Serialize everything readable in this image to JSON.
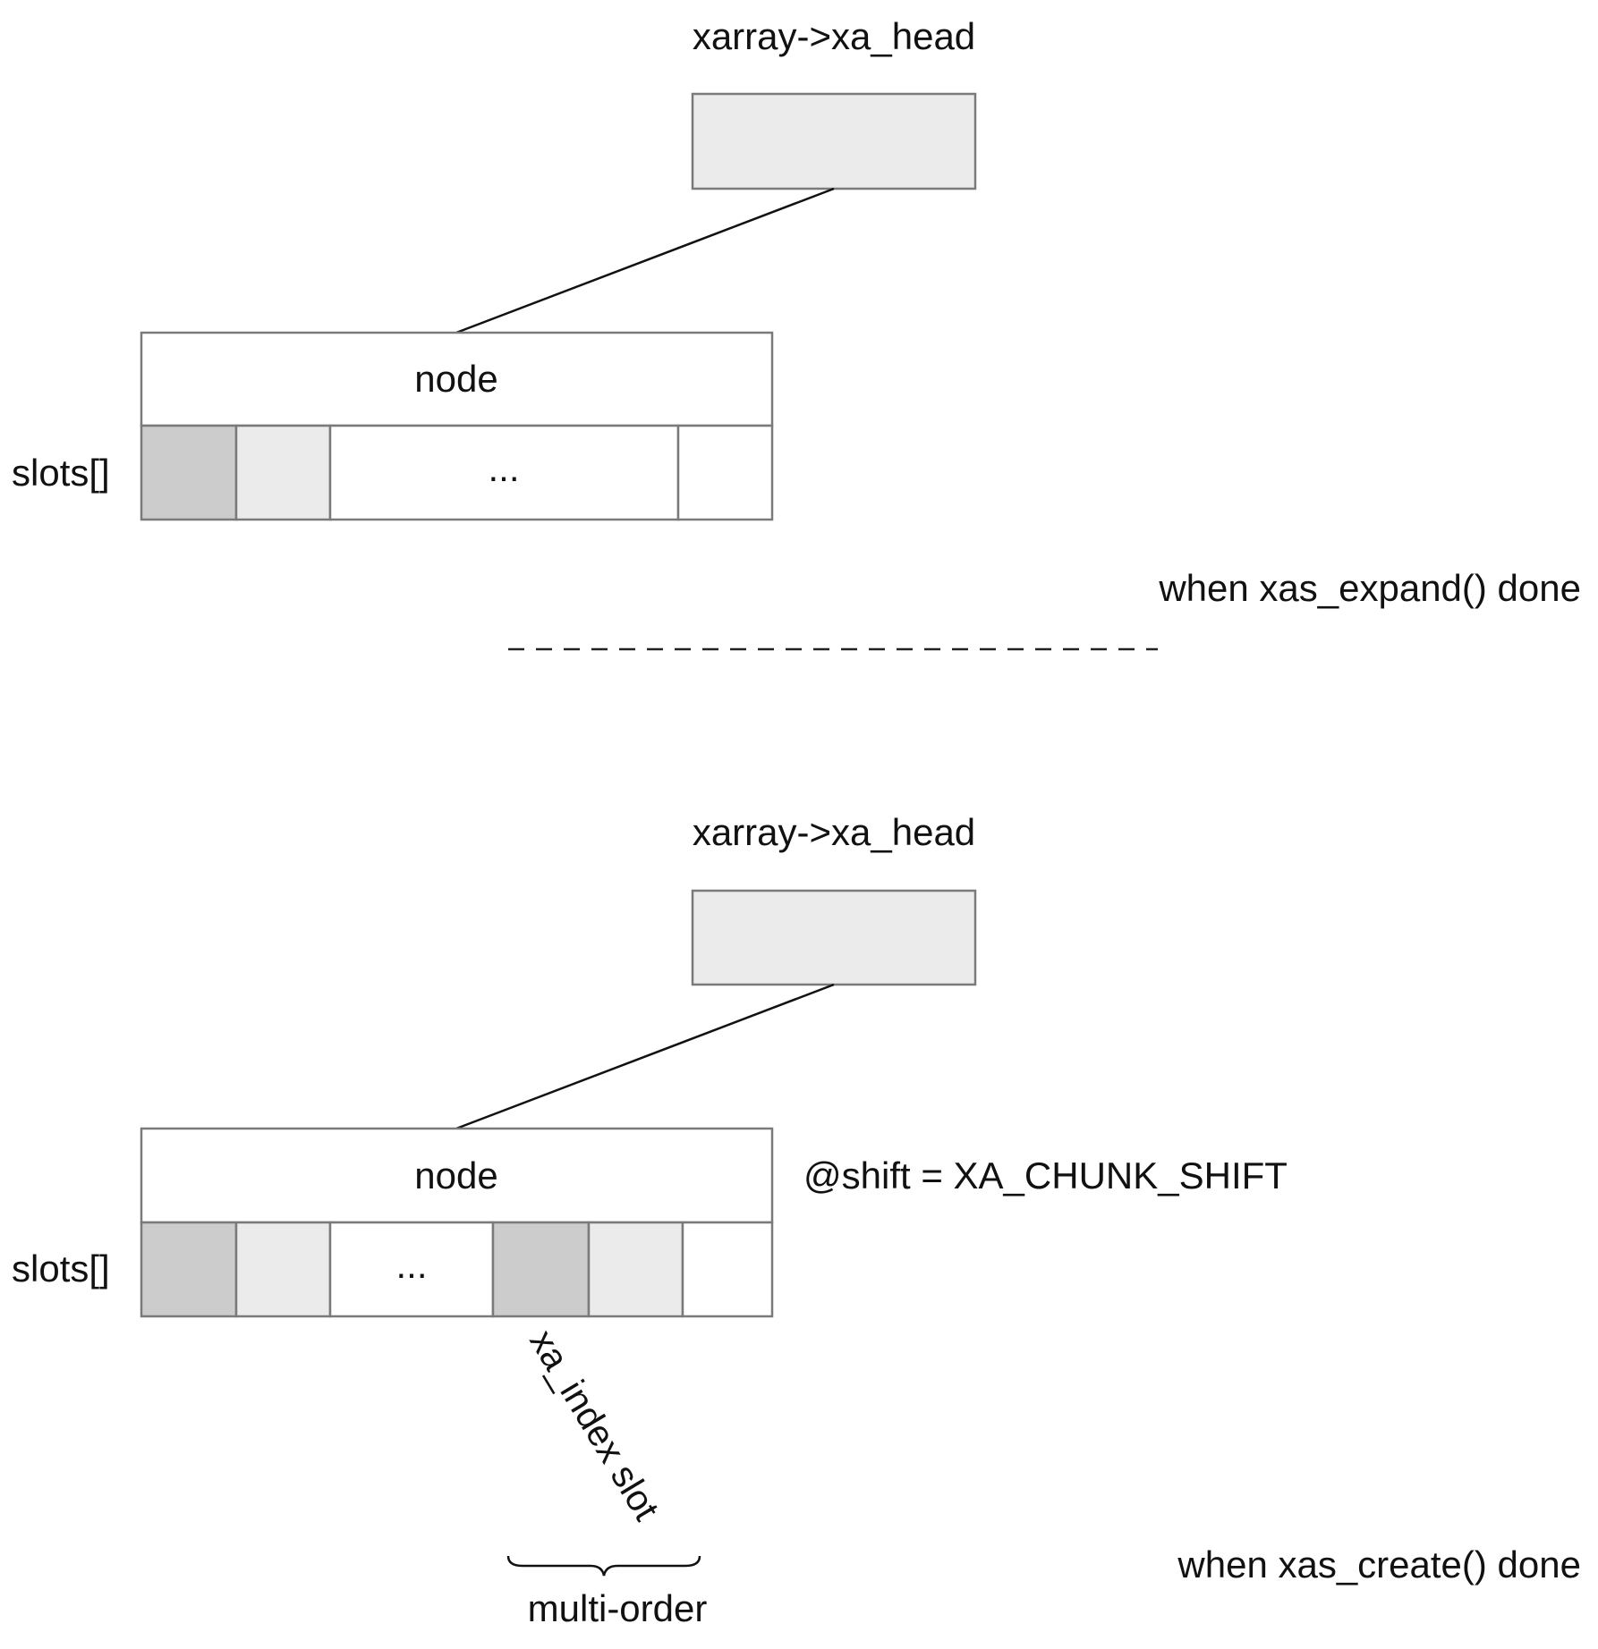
{
  "colors": {
    "slot_dark": "#cccccc",
    "slot_light": "#ebebeb",
    "slot_empty": "#ffffff",
    "head_fill": "#ebebeb",
    "border": "#7a7a7a",
    "line": "#111111"
  },
  "top_panel": {
    "head_label": "xarray->xa_head",
    "node_label": "node",
    "slots_label": "slots[]",
    "ellipsis": "...",
    "caption": "when xas_expand() done"
  },
  "bottom_panel": {
    "head_label": "xarray->xa_head",
    "node_label": "node",
    "slots_label": "slots[]",
    "ellipsis": "...",
    "shift_label": "@shift = XA_CHUNK_SHIFT",
    "index_slot_label": "xa_index slot",
    "brace_label": "multi-order",
    "caption": "when xas_create() done"
  }
}
